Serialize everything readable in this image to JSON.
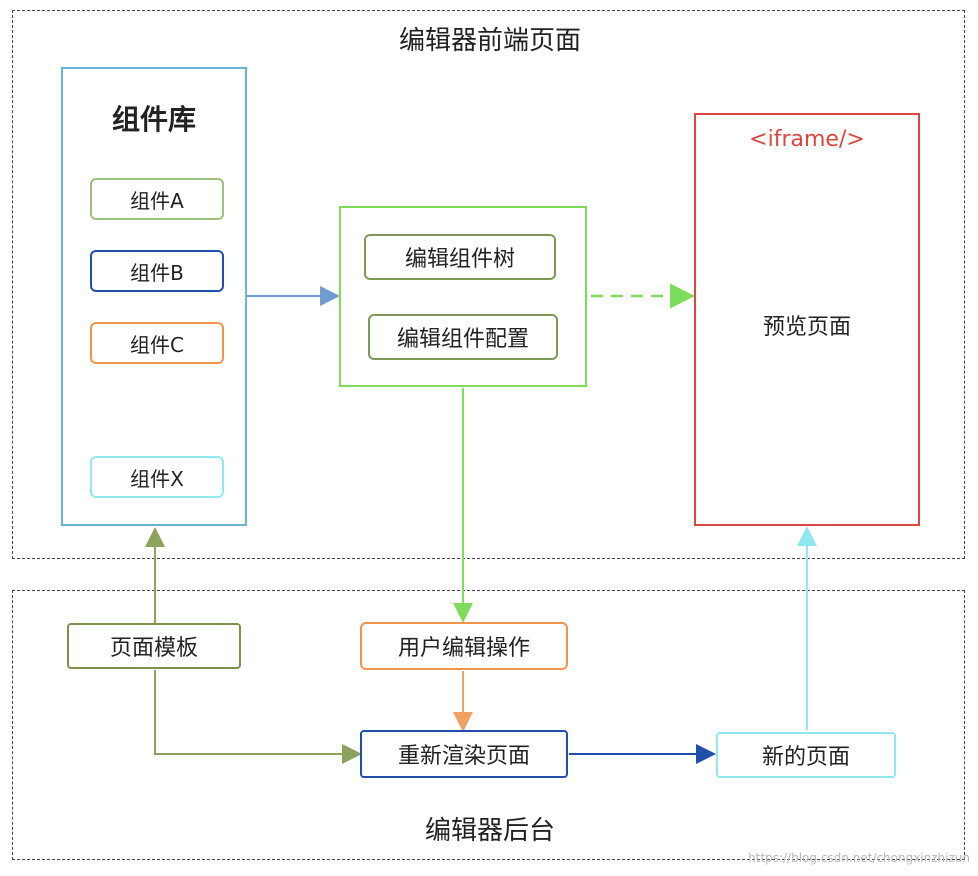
{
  "frontend": {
    "title": "编辑器前端页面",
    "library": {
      "title": "组件库",
      "items": [
        "组件A",
        "组件B",
        "组件C",
        "组件X"
      ]
    },
    "editor": {
      "items": [
        "编辑组件树",
        "编辑组件配置"
      ]
    },
    "preview": {
      "tag": "<iframe/>",
      "label": "预览页面"
    }
  },
  "backend": {
    "title": "编辑器后台",
    "template": "页面模板",
    "user_edit": "用户编辑操作",
    "rerender": "重新渲染页面",
    "new_page": "新的页面"
  },
  "colors": {
    "library": "#6bb3d6",
    "itemA": "#9cc27a",
    "itemB": "#1f4fa8",
    "itemC": "#f0954a",
    "itemX": "#8fe7f0",
    "editor": "#7fdc5a",
    "editor_item": "#7d9a5a",
    "preview": "#d9473f",
    "template": "#7a9450",
    "user_edit": "#f0954a",
    "rerender": "#1f4fa8",
    "new_page": "#8fe7f0"
  },
  "watermark": "https://blog.csdn.net/chongxinzhizun"
}
